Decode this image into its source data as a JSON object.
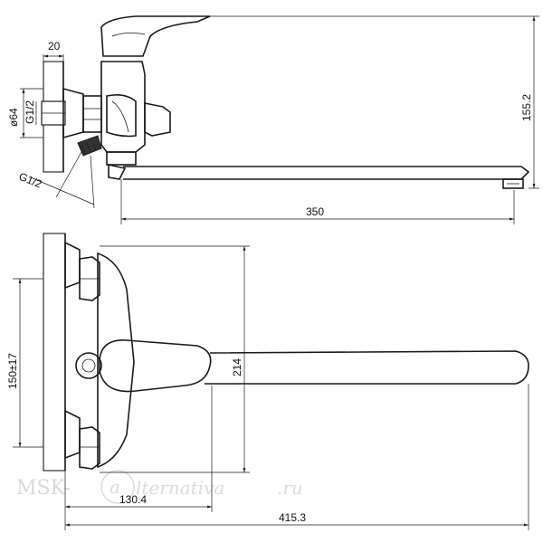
{
  "dimensions": {
    "top_width": "20",
    "pipe_diameter": "ø64",
    "thread_upper": "G1/2",
    "thread_lower": "G1/2",
    "height": "155.2",
    "spout_length": "350",
    "center_distance": "150±17",
    "body_height": "214",
    "lever_reach": "130.4",
    "overall_length": "415.3"
  },
  "watermark": {
    "left": "MSK-",
    "circle": "a",
    "right": "lternativa",
    "suffix": ".ru"
  }
}
